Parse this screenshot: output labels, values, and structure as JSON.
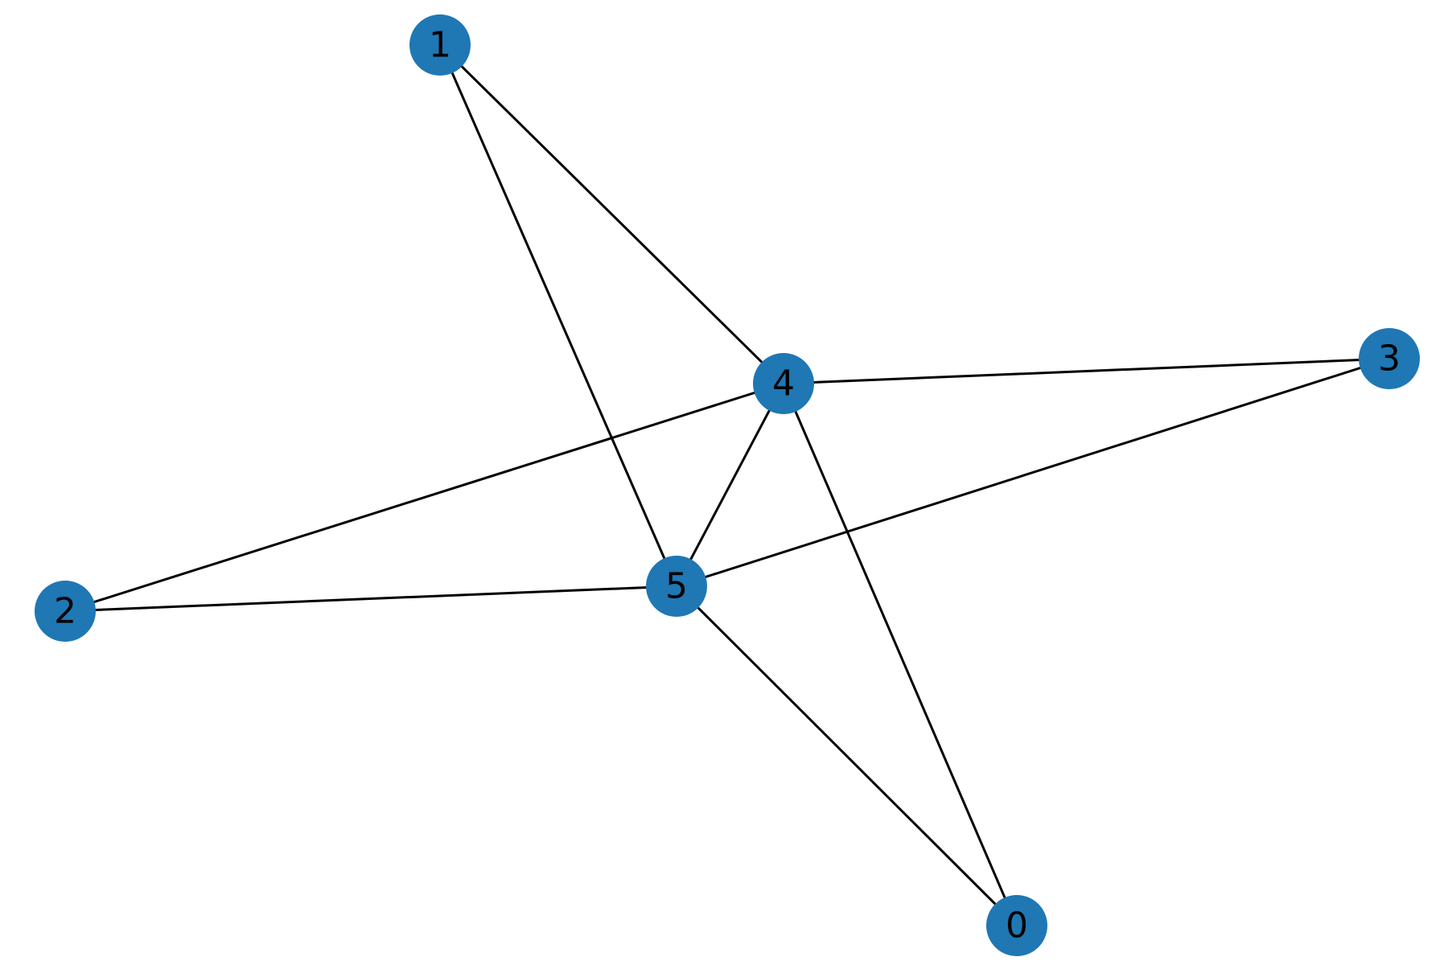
{
  "graph": {
    "colors": {
      "node_fill": "#1f77b4",
      "edge_stroke": "#000000",
      "label_color": "#000000",
      "background": "#ffffff"
    },
    "nodes": [
      {
        "id": "0",
        "label": "0"
      },
      {
        "id": "1",
        "label": "1"
      },
      {
        "id": "2",
        "label": "2"
      },
      {
        "id": "3",
        "label": "3"
      },
      {
        "id": "4",
        "label": "4"
      },
      {
        "id": "5",
        "label": "5"
      }
    ],
    "edges": [
      {
        "source": "1",
        "target": "4"
      },
      {
        "source": "1",
        "target": "5"
      },
      {
        "source": "4",
        "target": "3"
      },
      {
        "source": "4",
        "target": "2"
      },
      {
        "source": "4",
        "target": "5"
      },
      {
        "source": "4",
        "target": "0"
      },
      {
        "source": "5",
        "target": "2"
      },
      {
        "source": "5",
        "target": "3"
      },
      {
        "source": "5",
        "target": "0"
      }
    ]
  }
}
